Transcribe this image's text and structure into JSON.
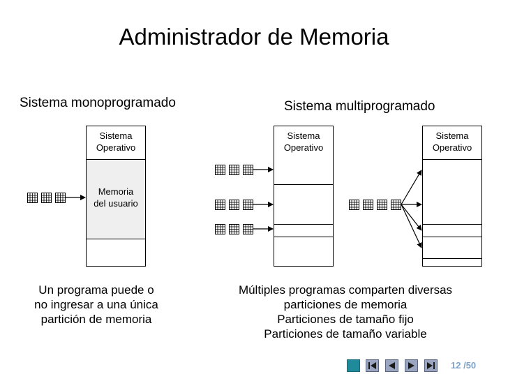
{
  "title": "Administrador de Memoria",
  "mono": {
    "heading": "Sistema monoprogramado",
    "os_label": [
      "Sistema",
      "Operativo"
    ],
    "user_label": [
      "Memoria",
      "del usuario"
    ],
    "caption": [
      "Un programa puede o",
      "no ingresar a una única",
      "partición de memoria"
    ]
  },
  "multi": {
    "heading": "Sistema multiprogramado",
    "os_label": [
      "Sistema",
      "Operativo"
    ],
    "caption": [
      "Múltiples programas comparten diversas",
      "particiones de memoria",
      "Particiones de tamaño fijo",
      "Particiones de tamaño variable"
    ]
  },
  "footer": {
    "page_current": "12",
    "page_total": "/50",
    "nav_icons": [
      "home-icon",
      "first-slide-icon",
      "previous-slide-icon",
      "next-slide-icon",
      "last-slide-icon"
    ]
  }
}
